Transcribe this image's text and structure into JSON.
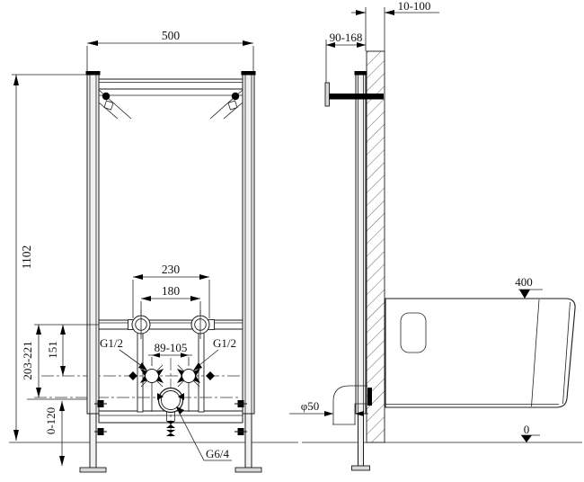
{
  "front_view": {
    "width": "500",
    "height": "1102",
    "bracket_spacing": "230",
    "rod_spacing": "180",
    "supply_spacing": "89-105",
    "supply_height": "151",
    "drain_drop": "203-221",
    "foot_range": "0-120",
    "supply_left_label": "G1/2",
    "supply_right_label": "G1/2",
    "drain_label": "G6/4"
  },
  "side_view": {
    "finish_gap": "10-100",
    "depth_range": "90-168",
    "rim_height": "400",
    "drain_diameter": "φ50",
    "floor_level": "0"
  },
  "colors": {
    "line": "#1a1a1a",
    "solid": "#000000",
    "metal_fill": "#f1f1f1",
    "background": "#ffffff"
  }
}
